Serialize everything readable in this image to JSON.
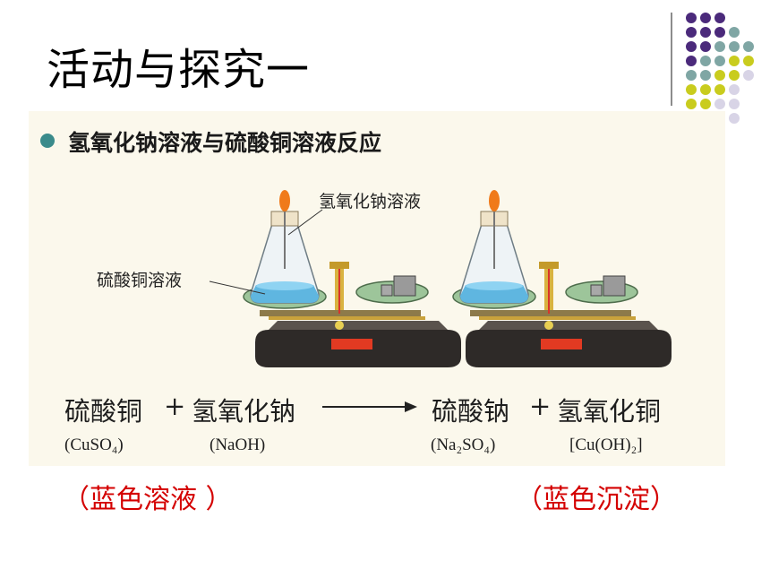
{
  "slide": {
    "title": "活动与探究一",
    "bullet": "氢氧化钠溶液与硫酸铜溶液反应"
  },
  "figure": {
    "label_dropper": "氢氧化钠溶液",
    "label_flask": "硫酸铜溶液"
  },
  "equation": {
    "reactant1": "硫酸铜",
    "plus1": "+",
    "reactant2": "氢氧化钠",
    "product1": "硫酸钠",
    "plus2": "+",
    "product2": "氢氧化铜",
    "formula_reactant1": "(CuSO₄)",
    "formula_reactant2": "(NaOH)",
    "formula_product1": "(Na₂SO₄)",
    "formula_product2": "[Cu(OH)₂]"
  },
  "notes": {
    "left": "（蓝色溶液 ）",
    "right": "（蓝色沉淀）"
  },
  "colors": {
    "bullet": "#3a8b8b",
    "note_text": "#d40000",
    "dot_purple": "#4b2a7b",
    "dot_teal": "#7fa6a4",
    "dot_yellow": "#c9cc1e",
    "dot_lavender": "#d8d4e6"
  }
}
